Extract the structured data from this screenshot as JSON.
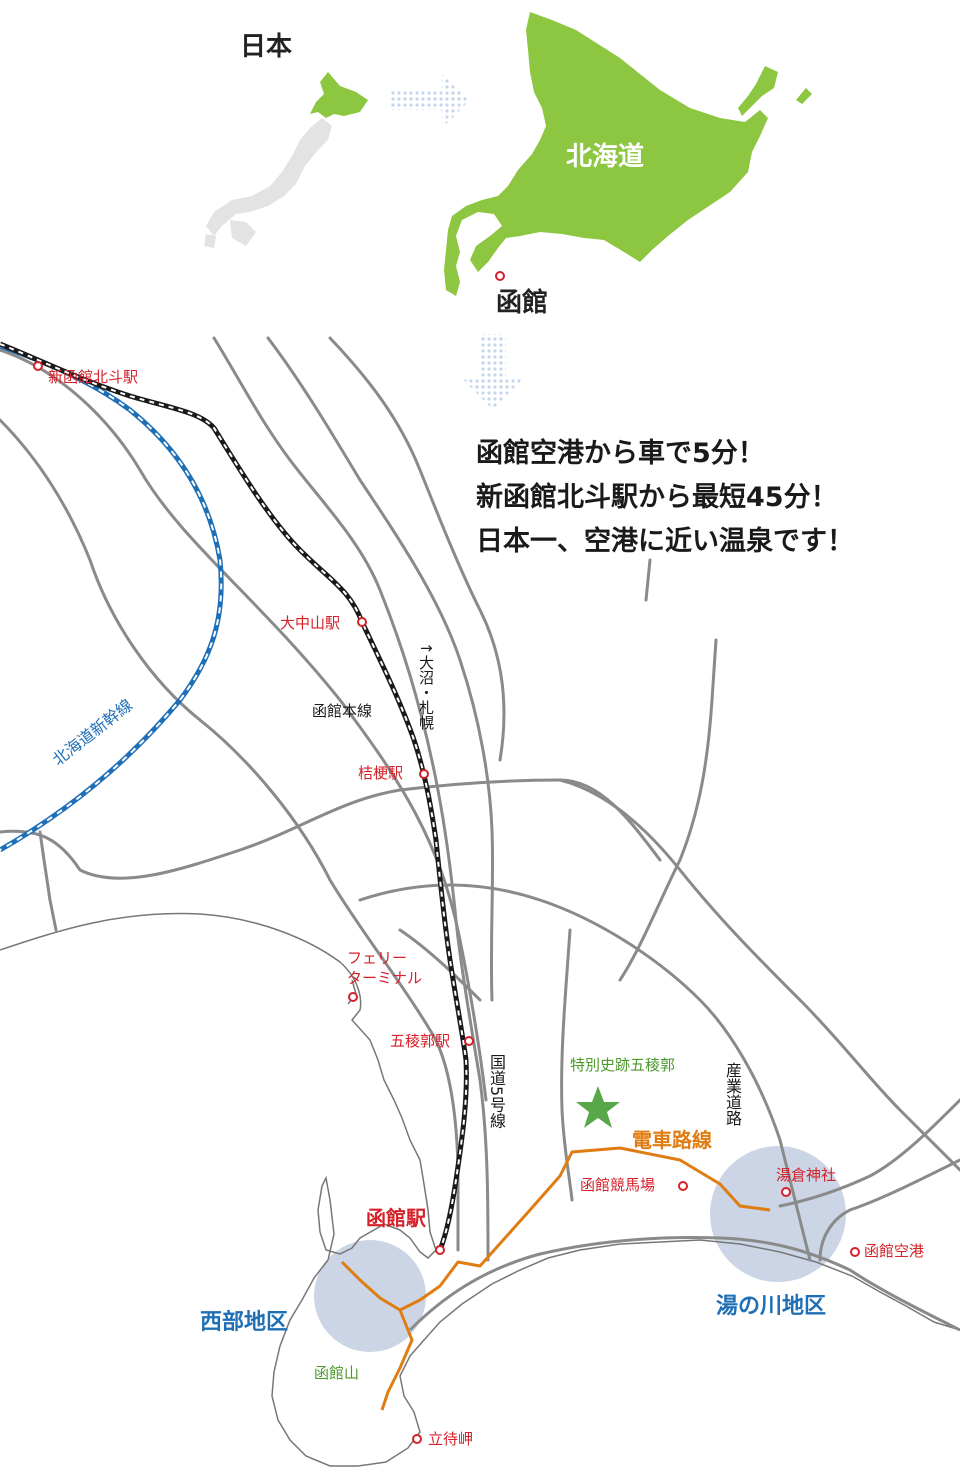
{
  "overview": {
    "japan_label": "日本",
    "hokkaido_label": "北海道",
    "hakodate_label": "函館"
  },
  "tagline": [
    "函館空港から車で5分！",
    "新函館北斗駅から最短45分！",
    "日本一、空港に近い温泉です！"
  ],
  "lines": {
    "shinkansen": "北海道新幹線",
    "honsen": "函館本線",
    "route5": "国道5号線",
    "sangyo_road": "産業道路",
    "tram": "電車路線",
    "direction": "↑大沼・札幌"
  },
  "places": {
    "shin_hakodate_hokuto": "新函館北斗駅",
    "onakayama": "大中山駅",
    "kikyo": "桔梗駅",
    "ferry_line1": "フェリー",
    "ferry_line2": "ターミナル",
    "goryokaku_station": "五稜郭駅",
    "hakodate_station": "函館駅",
    "goryokaku_special": "特別史跡五稜郭",
    "keibajo": "函館競馬場",
    "yukura": "湯倉神社",
    "airport": "函館空港",
    "hakodateyama": "函館山",
    "tachimachi": "立待岬"
  },
  "districts": {
    "seibu": "西部地区",
    "yunokawa": "湯の川地区"
  },
  "colors": {
    "land_green": "#8dc641",
    "japan_gray": "#e3e3e3",
    "road_gray": "#8a8a8a",
    "shinkansen_blue": "#1f6fb6",
    "tram_orange": "#e07d12",
    "station_red": "#d6202a",
    "district_circle": "#b9c7dc",
    "arrow_blue": "#c9d8ec"
  }
}
